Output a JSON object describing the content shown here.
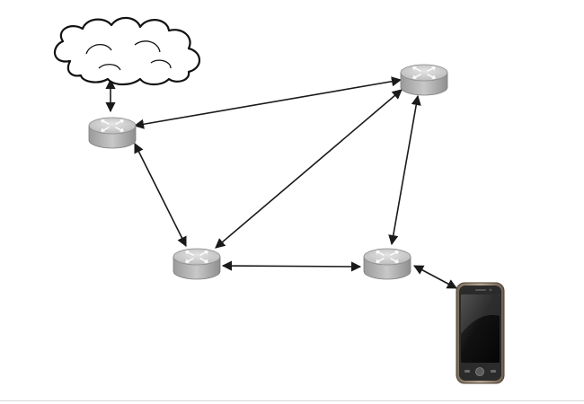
{
  "diagram": {
    "nodes": [
      {
        "id": "internet",
        "kind": "cloud",
        "icon": "cloud-icon"
      },
      {
        "id": "router-a",
        "kind": "router",
        "icon": "router-icon"
      },
      {
        "id": "router-b",
        "kind": "router",
        "icon": "router-icon"
      },
      {
        "id": "router-c",
        "kind": "router",
        "icon": "router-icon"
      },
      {
        "id": "router-d",
        "kind": "router",
        "icon": "router-icon"
      },
      {
        "id": "phone",
        "kind": "smartphone",
        "icon": "smartphone-icon"
      }
    ],
    "edges": [
      {
        "from": "internet",
        "to": "router-a",
        "direction": "bidirectional"
      },
      {
        "from": "router-a",
        "to": "router-b",
        "direction": "bidirectional"
      },
      {
        "from": "router-a",
        "to": "router-c",
        "direction": "bidirectional"
      },
      {
        "from": "router-b",
        "to": "router-c",
        "direction": "bidirectional"
      },
      {
        "from": "router-b",
        "to": "router-d",
        "direction": "bidirectional"
      },
      {
        "from": "router-c",
        "to": "router-d",
        "direction": "bidirectional"
      },
      {
        "from": "router-d",
        "to": "phone",
        "direction": "bidirectional"
      }
    ],
    "colors": {
      "router_body": "#b9b9b9",
      "router_top": "#d4d4d4",
      "phone_screen": "#1c1c1c",
      "line": "#1a1a1a"
    }
  }
}
